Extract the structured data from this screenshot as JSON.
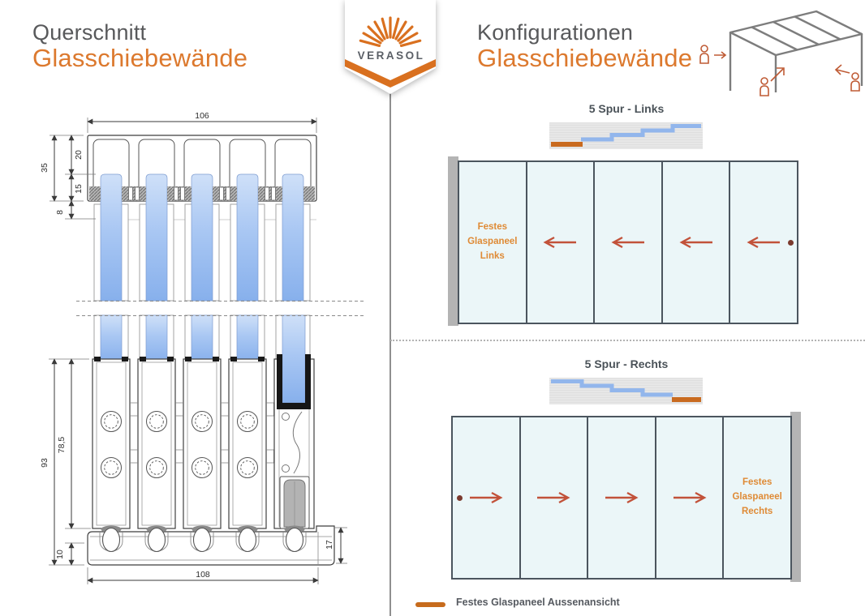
{
  "header_left": {
    "subtitle": "Querschnitt",
    "title": "Glasschiebewände"
  },
  "header_right": {
    "subtitle": "Konfigurationen",
    "title": "Glasschiebewände"
  },
  "logo": {
    "brand": "VERASOL"
  },
  "cross_section": {
    "dims": {
      "top_width": "106",
      "top_total_height": "35",
      "top_upper": "20",
      "top_lower": "15",
      "clearance": "8",
      "bottom_total_height": "93",
      "panel_rail_height": "78,5",
      "bottom_track_height": "10",
      "bottom_width": "108",
      "step_height": "17"
    }
  },
  "configurations": {
    "links": {
      "title": "5 Spur - Links",
      "fixed_panel_lines": [
        "Festes",
        "Glaspaneel",
        "Links"
      ]
    },
    "rechts": {
      "title": "5 Spur - Rechts",
      "fixed_panel_lines": [
        "Festes",
        "Glaspaneel",
        "Rechts"
      ]
    }
  },
  "legend": {
    "fixed_panel_label": "Festes Glaspaneel Aussenansicht"
  },
  "icons": {
    "slide_left_arrow": "←",
    "slide_right_arrow": "→"
  },
  "colors": {
    "accent_orange": "#DC792E",
    "fixed_panel_orange": "#C96A1F",
    "arrow_rust": "#C2523A",
    "glass_blue": "#9FC0F0",
    "panel_fill": "#EBF6F8",
    "panel_border": "#4B555E",
    "track_step_blue": "#92B6EC",
    "header_gray": "#58595B"
  }
}
